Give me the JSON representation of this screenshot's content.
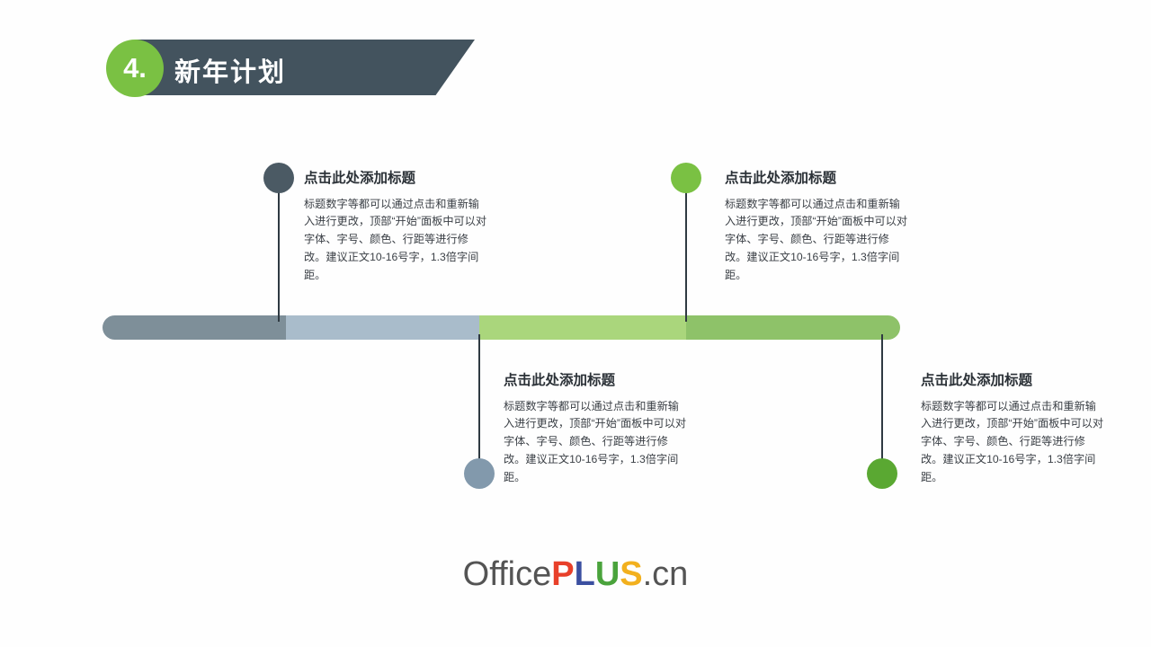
{
  "slide": {
    "background_color": "#fefefe",
    "header": {
      "number": "4.",
      "title": "新年计划",
      "banner_color": "#43535e",
      "number_circle_color": "#7ac143",
      "title_color": "#ffffff"
    },
    "timeline": {
      "segments": [
        {
          "name": "segment-1",
          "color": "#7e8f99"
        },
        {
          "name": "segment-2",
          "color": "#a9bccb"
        },
        {
          "name": "segment-3",
          "color": "#aad67c"
        },
        {
          "name": "segment-4",
          "color": "#8ec269"
        }
      ]
    },
    "milestones": [
      {
        "position": "above-left",
        "marker_color": "#4b5a64",
        "title": "点击此处添加标题",
        "body": "标题数字等都可以通过点击和重新输入进行更改，顶部“开始”面板中可以对字体、字号、颜色、行距等进行修改。建议正文10-16号字，1.3倍字间距。"
      },
      {
        "position": "above-right",
        "marker_color": "#7ac143",
        "title": "点击此处添加标题",
        "body": "标题数字等都可以通过点击和重新输入进行更改，顶部“开始”面板中可以对字体、字号、颜色、行距等进行修改。建议正文10-16号字，1.3倍字间距。"
      },
      {
        "position": "below-left",
        "marker_color": "#8299ac",
        "title": "点击此处添加标题",
        "body": "标题数字等都可以通过点击和重新输入进行更改，顶部“开始”面板中可以对字体、字号、颜色、行距等进行修改。建议正文10-16号字，1.3倍字间距。"
      },
      {
        "position": "below-right",
        "marker_color": "#5aa832",
        "title": "点击此处添加标题",
        "body": "标题数字等都可以通过点击和重新输入进行更改，顶部“开始”面板中可以对字体、字号、颜色、行距等进行修改。建议正文10-16号字，1.3倍字间距。"
      }
    ],
    "footer": {
      "logo": {
        "part_office": "Office",
        "part_p": "P",
        "part_l": "L",
        "part_u": "U",
        "part_s": "S",
        "part_cn": ".cn"
      }
    }
  }
}
